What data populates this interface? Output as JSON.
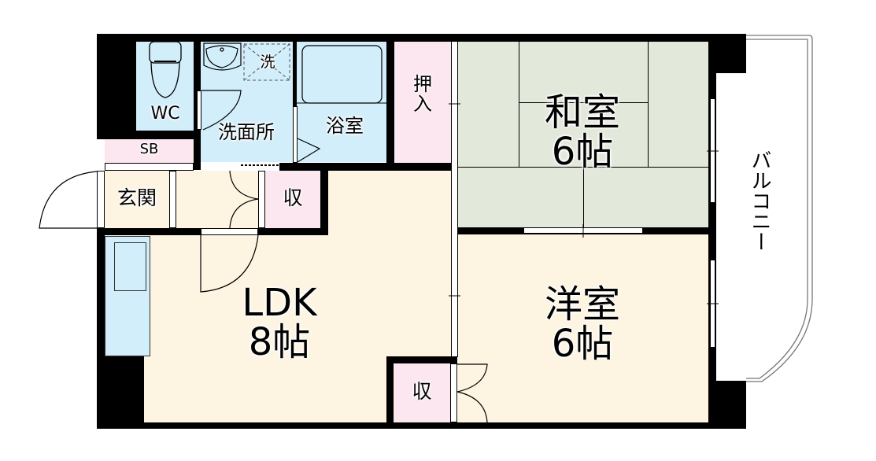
{
  "floorplan": {
    "rooms": {
      "wc": {
        "label": "WC"
      },
      "washroom": {
        "label": "洗面所"
      },
      "washer": {
        "label": "洗"
      },
      "bath": {
        "label": "浴室"
      },
      "oshiire": {
        "label_line1": "押",
        "label_line2": "入"
      },
      "japanese_room": {
        "label_line1": "和室",
        "label_line2": "6帖"
      },
      "shoe_box": {
        "label": "SB"
      },
      "entrance": {
        "label": "玄関"
      },
      "storage_hall": {
        "label": "収"
      },
      "ldk": {
        "label_line1": "LDK",
        "label_line2": "8帖"
      },
      "western_room": {
        "label_line1": "洋室",
        "label_line2": "6帖"
      },
      "storage_western": {
        "label": "収"
      },
      "balcony": {
        "label": "バルコニー"
      }
    },
    "colors": {
      "wall": "#000000",
      "wet_area": "#d2eefa",
      "storage": "#fce6ef",
      "floor": "#fdf5e2",
      "tatami": "#e2e8da"
    }
  }
}
